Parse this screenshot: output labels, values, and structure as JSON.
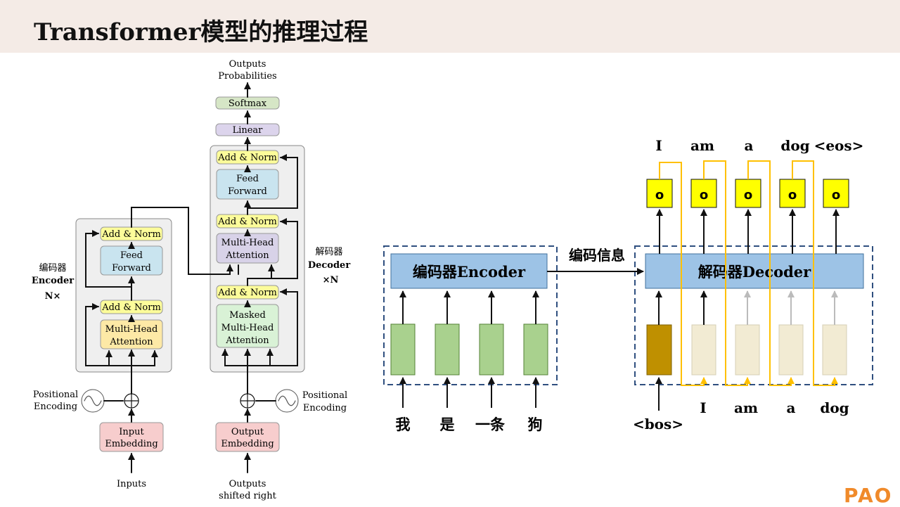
{
  "title": "Transformer模型的推理过程",
  "transformer": {
    "outputs_line1": "Outputs",
    "outputs_line2": "Probabilities",
    "softmax": "Softmax",
    "linear": "Linear",
    "add_norm": "Add & Norm",
    "feed_forward_1": "Feed",
    "feed_forward_2": "Forward",
    "multihead_1": "Multi-Head",
    "multihead_2": "Attention",
    "masked_1": "Masked",
    "masked_2": "Multi-Head",
    "masked_3": "Attention",
    "encoder_cn": "编码器",
    "encoder_en": "Encoder",
    "encoder_n": "N×",
    "decoder_cn": "解码器",
    "decoder_en": "Decoder",
    "decoder_n": "×N",
    "pos_enc_1": "Positional",
    "pos_enc_2": "Encoding",
    "input_emb_1": "Input",
    "input_emb_2": "Embedding",
    "output_emb_1": "Output",
    "output_emb_2": "Embedding",
    "inputs": "Inputs",
    "outputs_bottom_1": "Outputs",
    "outputs_bottom_2": "shifted right"
  },
  "inference": {
    "encoder_label": "编码器Encoder",
    "decoder_label": "解码器Decoder",
    "encoder_info": "编码信息",
    "input_tokens": [
      "我",
      "是",
      "一条",
      "狗"
    ],
    "output_tokens": [
      "I",
      "am",
      "a",
      "dog",
      "<eos>"
    ],
    "decoder_start": "<bos>",
    "decoder_inputs": [
      "I",
      "am",
      "a",
      "dog"
    ],
    "o_label": "o"
  },
  "colors": {
    "header_bg": "#f4ebe6",
    "green_block": "#a9d18e",
    "blue_block": "#9dc3e6",
    "yellow_block": "#ffff00",
    "bos_block": "#bf9000",
    "pale_block": "#f2ebd3",
    "yellow_line": "#ffc000",
    "dashed_border": "#2f4f7f"
  },
  "logo_text": "PAO"
}
